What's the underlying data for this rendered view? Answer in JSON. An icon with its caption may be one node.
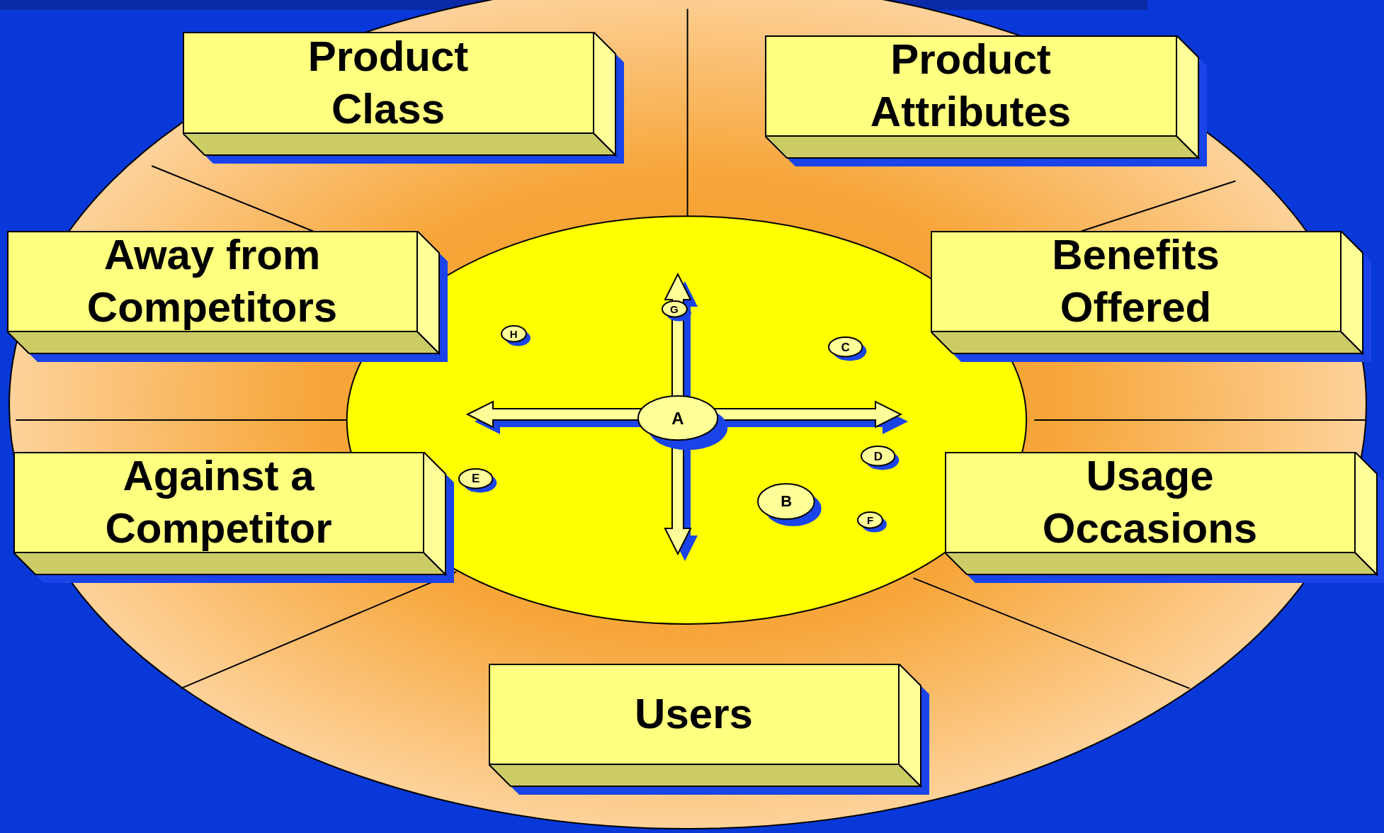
{
  "diagram": {
    "nodes": [
      {
        "text": [
          "Product Class"
        ]
      },
      {
        "text": [
          "Product Attributes"
        ]
      },
      {
        "text": [
          "Away from Competitors"
        ]
      },
      {
        "text": [
          "Benefits Offered"
        ]
      },
      {
        "text": [
          "G"
        ]
      },
      {
        "text": [
          "H"
        ]
      },
      {
        "text": [
          "C"
        ]
      },
      {
        "text": [
          "A"
        ]
      },
      {
        "text": [
          "Against a Competitor"
        ]
      },
      {
        "text": [
          "Usage Occasions"
        ]
      },
      {
        "text": [
          "D"
        ]
      },
      {
        "text": [
          "E"
        ]
      },
      {
        "text": [
          "B"
        ]
      },
      {
        "text": [
          "F"
        ]
      },
      {
        "text": [
          "Users"
        ]
      }
    ]
  }
}
